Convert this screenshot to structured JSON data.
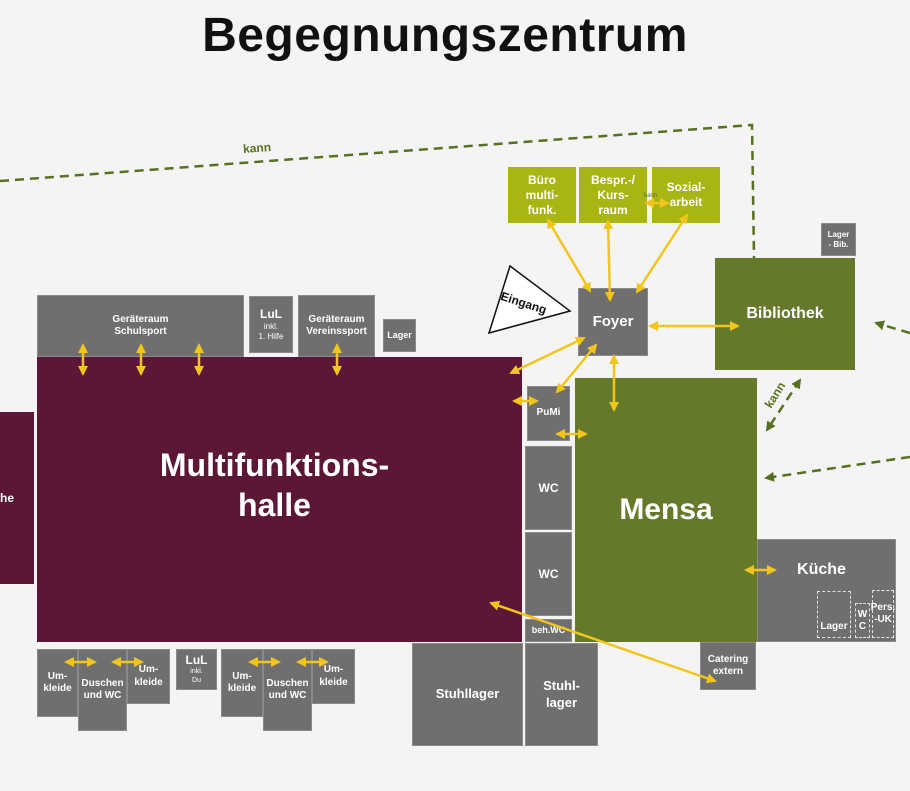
{
  "title": "Begegnungszentrum",
  "rooms": {
    "buero": "Büro\nmulti-\nfunk.",
    "besprechung": "Bespr.-/\nKurs-\nraum",
    "sozialarbeit": "Sozial-\narbeit",
    "lager_bib": "Lager\n- Bib.",
    "foyer": "Foyer",
    "bibliothek": "Bibliothek",
    "eingang": "Eingang",
    "geraeteraum_schule": "Geräteraum\nSchulsport",
    "lul_top_title": "LuL",
    "lul_top_sub": "inkl.\n1. Hilfe",
    "geraeteraum_verein": "Geräteraum\nVereinssport",
    "lager_small": "Lager",
    "halle": "Multifunktions-\nhalle",
    "left_edge": "he",
    "pumi": "PuMi",
    "wc1": "WC",
    "wc2": "WC",
    "beh_wc": "beh.WC",
    "mensa": "Mensa",
    "kueche": "Küche",
    "kueche_lager": "Lager",
    "kueche_wc": "W\nC",
    "kueche_pers": "Pers.\n-UK",
    "catering": "Catering\nextern",
    "umkleide1": "Um-\nkleide",
    "duschen1": "Duschen\nund WC",
    "umkleide2": "Um-\nkleide",
    "lul_bottom_title": "LuL",
    "lul_bottom_sub": "inkl.\nDu",
    "umkleide3": "Um-\nkleide",
    "duschen2": "Duschen\nund WC",
    "umkleide4": "Um-\nkleide",
    "stuhllager1": "Stuhllager",
    "stuhllager2": "Stuhl-\nlager"
  },
  "labels": {
    "kann_top": "kann",
    "kann_right": "kann",
    "kann_small": "kann"
  },
  "colors": {
    "arrow": "#f2c51d",
    "dash": "#56711f",
    "olive": "#a8b512",
    "green": "#65792b",
    "maroon": "#5c1736",
    "gray": "#6f6f6f"
  }
}
